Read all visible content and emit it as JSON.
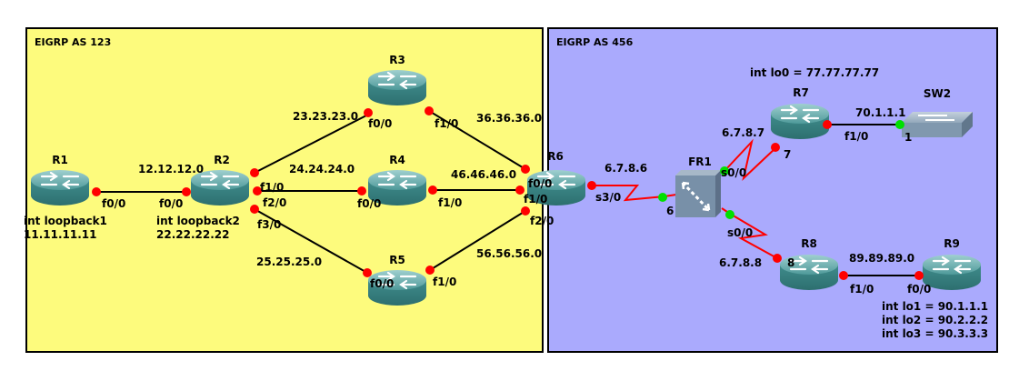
{
  "areas": [
    {
      "id": "as123",
      "title": "EIGRP AS 123",
      "color": "#fdfb7d"
    },
    {
      "id": "as456",
      "title": "EIGRP AS 456",
      "color": "#aaaafd"
    }
  ],
  "colors": {
    "ethernet_link": "#000000",
    "serial_link": "#ff0000",
    "port_down": "#ff0000",
    "port_up": "#00e000",
    "router_body": "#3a8a8a"
  },
  "devices": [
    {
      "id": "R1",
      "label": "R1",
      "type": "router",
      "notes": [
        "int loopback1",
        "11.11.11.11"
      ]
    },
    {
      "id": "R2",
      "label": "R2",
      "type": "router",
      "notes": [
        "int loopback2",
        "22.22.22.22"
      ]
    },
    {
      "id": "R3",
      "label": "R3",
      "type": "router",
      "notes": []
    },
    {
      "id": "R4",
      "label": "R4",
      "type": "router",
      "notes": []
    },
    {
      "id": "R5",
      "label": "R5",
      "type": "router",
      "notes": []
    },
    {
      "id": "R6",
      "label": "R6",
      "type": "router",
      "notes": []
    },
    {
      "id": "FR1",
      "label": "FR1",
      "type": "frame-relay-switch",
      "notes": []
    },
    {
      "id": "R7",
      "label": "R7",
      "type": "router",
      "notes": [
        "int lo0 = 77.77.77.77"
      ]
    },
    {
      "id": "SW2",
      "label": "SW2",
      "type": "switch",
      "notes": []
    },
    {
      "id": "R8",
      "label": "R8",
      "type": "router",
      "notes": []
    },
    {
      "id": "R9",
      "label": "R9",
      "type": "router",
      "notes": [
        "int lo1 = 90.1.1.1",
        "int lo2 = 90.2.2.2",
        "int lo3 = 90.3.3.3"
      ]
    }
  ],
  "links": [
    {
      "from": "R1",
      "from_port": "f0/0",
      "to": "R2",
      "to_port": "f0/0",
      "network": "12.12.12.0",
      "type": "ethernet"
    },
    {
      "from": "R2",
      "from_port": "f1/0",
      "to": "R3",
      "to_port": "f0/0",
      "network": "23.23.23.0",
      "type": "ethernet"
    },
    {
      "from": "R2",
      "from_port": "f2/0",
      "to": "R4",
      "to_port": "f0/0",
      "network": "24.24.24.0",
      "type": "ethernet"
    },
    {
      "from": "R2",
      "from_port": "f3/0",
      "to": "R5",
      "to_port": "f0/0",
      "network": "25.25.25.0",
      "type": "ethernet"
    },
    {
      "from": "R3",
      "from_port": "f1/0",
      "to": "R6",
      "to_port": "f0/0",
      "network": "36.36.36.0",
      "type": "ethernet"
    },
    {
      "from": "R4",
      "from_port": "f1/0",
      "to": "R6",
      "to_port": "f1/0",
      "network": "46.46.46.0",
      "type": "ethernet"
    },
    {
      "from": "R5",
      "from_port": "f1/0",
      "to": "R6",
      "to_port": "f2/0",
      "network": "56.56.56.0",
      "type": "ethernet"
    },
    {
      "from": "R6",
      "from_port": "s3/0",
      "to": "FR1",
      "to_port": "6",
      "network": "6.7.8.6",
      "type": "serial"
    },
    {
      "from": "FR1",
      "from_port": "7",
      "to": "R7",
      "to_port": "s0/0",
      "network": "6.7.8.7",
      "type": "serial"
    },
    {
      "from": "FR1",
      "from_port": "8",
      "to": "R8",
      "to_port": "s0/0",
      "network": "6.7.8.8",
      "type": "serial"
    },
    {
      "from": "R7",
      "from_port": "f1/0",
      "to": "SW2",
      "to_port": "1",
      "network": "70.1.1.1",
      "type": "ethernet"
    },
    {
      "from": "R8",
      "from_port": "f1/0",
      "to": "R9",
      "to_port": "f0/0",
      "network": "89.89.89.0",
      "type": "ethernet"
    }
  ]
}
